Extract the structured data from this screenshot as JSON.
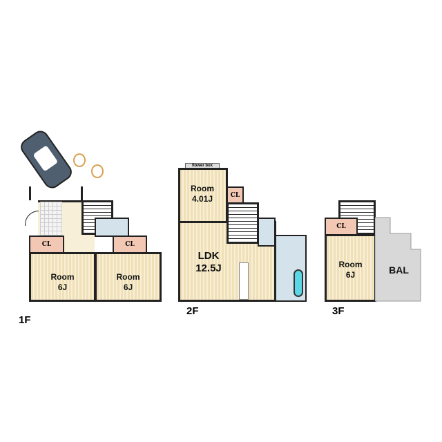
{
  "floors": [
    {
      "label": "1F",
      "rooms": [
        {
          "name": "Room",
          "size": "6J"
        },
        {
          "name": "Room",
          "size": "6J"
        }
      ],
      "closets": [
        "CL",
        "CL"
      ]
    },
    {
      "label": "2F",
      "rooms": [
        {
          "name": "Room",
          "size": "4.01J"
        },
        {
          "name": "LDK",
          "size": "12.5J"
        }
      ],
      "closets": [
        "CL"
      ],
      "flower_box": "flower box"
    },
    {
      "label": "3F",
      "rooms": [
        {
          "name": "Room",
          "size": "6J"
        }
      ],
      "closets": [
        "CL"
      ],
      "balcony": "BAL"
    }
  ],
  "colors": {
    "room": "#efe0b8",
    "closet": "#f2c8b4",
    "wet": "#d4e2ec",
    "balcony": "#d8d8d8",
    "car": "#4f5f6f"
  }
}
